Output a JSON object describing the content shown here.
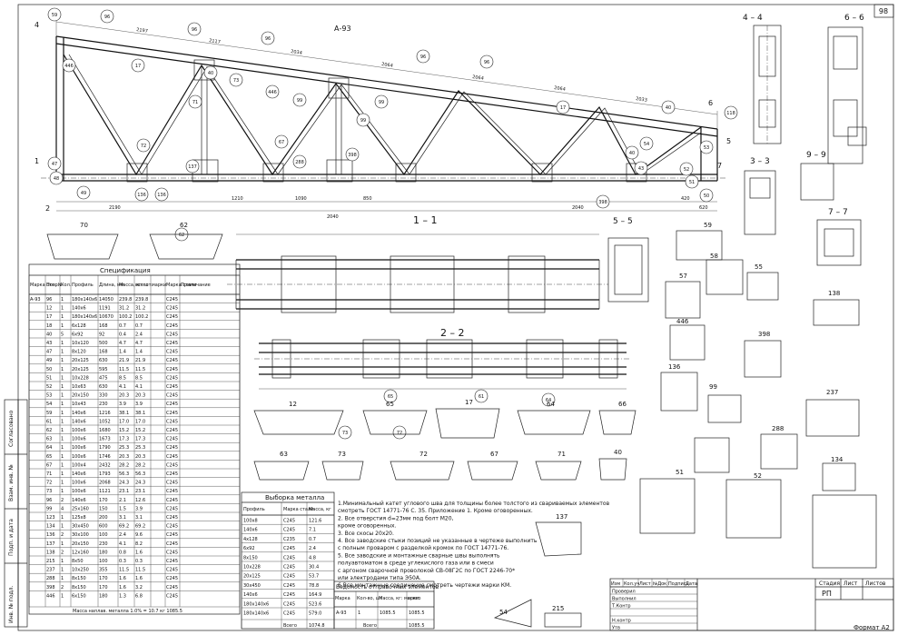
{
  "sheet": {
    "page_number": "98",
    "format_label": "Формат А2",
    "truss_mark": "А-93"
  },
  "section_titles": [
    "1 – 1",
    "2 – 2",
    "4 – 4",
    "6 – 6",
    "5 – 5",
    "3 – 3",
    "9 – 9",
    "7 – 7"
  ],
  "top_dimensions": [
    "2197",
    "2117",
    "2034",
    "2064",
    "2064",
    "2064",
    "2033"
  ],
  "bottom_dimensions": [
    "2190",
    "1210",
    "1090",
    "850",
    "2040",
    "2040",
    "420",
    "620"
  ],
  "truss_bubbles": [
    "59",
    "96",
    "96",
    "96",
    "96",
    "96",
    "446",
    "17",
    "17",
    "40",
    "40",
    "73",
    "72",
    "71",
    "99",
    "99",
    "99",
    "446",
    "67",
    "288",
    "398",
    "137",
    "136",
    "136",
    "49",
    "47",
    "48",
    "54",
    "52",
    "53",
    "51",
    "50",
    "40",
    "43",
    "118",
    "398",
    "62",
    "73",
    "65",
    "64",
    "72",
    "61"
  ],
  "detail_labels": [
    "70",
    "62",
    "59",
    "58",
    "57",
    "55",
    "138",
    "398",
    "446",
    "136",
    "99",
    "288",
    "237",
    "134",
    "51",
    "52",
    "137",
    "215",
    "54",
    "12",
    "65",
    "17",
    "64",
    "66",
    "63",
    "73",
    "72",
    "67",
    "71",
    "40"
  ],
  "spec_table": {
    "title": "Спецификация",
    "headers": [
      "Марка отпр.",
      "Поз. №",
      "Кол.",
      "Профиль",
      "Длина, мм",
      "Масса, кг: шт.",
      "всего",
      "марки",
      "Марка стали",
      "Примечание"
    ],
    "rows": [
      [
        "А-93",
        "96",
        "1",
        "180х140х6",
        "14050",
        "239.8",
        "239.8",
        "",
        "С245",
        ""
      ],
      [
        "",
        "12",
        "1",
        "140х6",
        "1191",
        "31.2",
        "31.2",
        "",
        "С245",
        ""
      ],
      [
        "",
        "17",
        "1",
        "180х140х6",
        "10670",
        "100.2",
        "100.2",
        "",
        "С245",
        ""
      ],
      [
        "",
        "18",
        "1",
        "6х128",
        "168",
        "0.7",
        "0.7",
        "",
        "С245",
        ""
      ],
      [
        "",
        "40",
        "5",
        "6х92",
        "92",
        "0.4",
        "2.4",
        "",
        "С245",
        ""
      ],
      [
        "",
        "43",
        "1",
        "10х120",
        "500",
        "4.7",
        "4.7",
        "",
        "С245",
        ""
      ],
      [
        "",
        "47",
        "1",
        "8х120",
        "168",
        "1.4",
        "1.4",
        "",
        "С245",
        ""
      ],
      [
        "",
        "49",
        "1",
        "20х125",
        "630",
        "21.9",
        "21.9",
        "",
        "С245",
        ""
      ],
      [
        "",
        "50",
        "1",
        "20х125",
        "595",
        "11.5",
        "11.5",
        "",
        "С245",
        ""
      ],
      [
        "",
        "51",
        "1",
        "10х228",
        "475",
        "8.5",
        "8.5",
        "",
        "С245",
        ""
      ],
      [
        "",
        "52",
        "1",
        "10х63",
        "630",
        "4.1",
        "4.1",
        "",
        "С245",
        ""
      ],
      [
        "",
        "53",
        "1",
        "20х150",
        "330",
        "20.3",
        "20.3",
        "",
        "С245",
        ""
      ],
      [
        "",
        "54",
        "1",
        "10х43",
        "230",
        "3.9",
        "3.9",
        "",
        "С245",
        ""
      ],
      [
        "",
        "59",
        "1",
        "140х6",
        "1216",
        "38.1",
        "38.1",
        "",
        "С245",
        ""
      ],
      [
        "",
        "61",
        "1",
        "140х6",
        "1052",
        "17.0",
        "17.0",
        "",
        "С245",
        ""
      ],
      [
        "",
        "62",
        "1",
        "100х6",
        "1680",
        "15.2",
        "15.2",
        "",
        "С245",
        ""
      ],
      [
        "",
        "63",
        "1",
        "100х6",
        "1673",
        "17.3",
        "17.3",
        "",
        "С245",
        ""
      ],
      [
        "",
        "64",
        "1",
        "100х6",
        "1790",
        "25.3",
        "25.3",
        "",
        "С245",
        ""
      ],
      [
        "",
        "65",
        "1",
        "100х6",
        "1746",
        "20.3",
        "20.3",
        "",
        "С245",
        ""
      ],
      [
        "",
        "67",
        "1",
        "100х4",
        "2432",
        "28.2",
        "28.2",
        "",
        "С245",
        ""
      ],
      [
        "",
        "71",
        "1",
        "140х6",
        "1793",
        "56.3",
        "56.3",
        "",
        "С245",
        ""
      ],
      [
        "",
        "72",
        "1",
        "100х6",
        "2068",
        "24.3",
        "24.3",
        "",
        "С245",
        ""
      ],
      [
        "",
        "73",
        "1",
        "100х6",
        "1121",
        "23.1",
        "23.1",
        "",
        "С245",
        ""
      ],
      [
        "",
        "96",
        "2",
        "140х6",
        "170",
        "2.1",
        "12.6",
        "",
        "С245",
        ""
      ],
      [
        "",
        "99",
        "4",
        "25х160",
        "150",
        "1.5",
        "3.9",
        "",
        "С245",
        ""
      ],
      [
        "",
        "123",
        "1",
        "125х8",
        "200",
        "3.1",
        "3.1",
        "",
        "С245",
        ""
      ],
      [
        "",
        "134",
        "1",
        "30х450",
        "600",
        "69.2",
        "69.2",
        "",
        "С245",
        ""
      ],
      [
        "",
        "136",
        "2",
        "30х100",
        "100",
        "2.4",
        "9.6",
        "",
        "С245",
        ""
      ],
      [
        "",
        "137",
        "1",
        "20х150",
        "230",
        "4.1",
        "8.2",
        "",
        "С245",
        ""
      ],
      [
        "",
        "138",
        "2",
        "12х160",
        "180",
        "0.8",
        "1.6",
        "",
        "С245",
        ""
      ],
      [
        "",
        "215",
        "1",
        "8х50",
        "100",
        "0.3",
        "0.3",
        "",
        "С245",
        ""
      ],
      [
        "",
        "237",
        "1",
        "10х250",
        "355",
        "11.5",
        "11.5",
        "",
        "С245",
        ""
      ],
      [
        "",
        "288",
        "1",
        "8х150",
        "170",
        "1.6",
        "1.6",
        "",
        "С245",
        ""
      ],
      [
        "",
        "398",
        "2",
        "8х150",
        "170",
        "1.6",
        "3.2",
        "",
        "С245",
        ""
      ],
      [
        "",
        "446",
        "1",
        "6х150",
        "180",
        "1.3",
        "6.8",
        "",
        "С245",
        ""
      ]
    ],
    "footer": "Масса наплав. металла 1.0% = 10.7 кг  1085.5"
  },
  "metal_table": {
    "title": "Выборка металла",
    "headers": [
      "Профиль",
      "Марка стали",
      "Масса, кг"
    ],
    "rows": [
      [
        "100х8",
        "С245",
        "121.6"
      ],
      [
        "140х6",
        "С245",
        "7.1"
      ],
      [
        "4х128",
        "С235",
        "0.7"
      ],
      [
        "6х92",
        "С245",
        "2.4"
      ],
      [
        "8х150",
        "С245",
        "4.8"
      ],
      [
        "10х228",
        "С245",
        "30.4"
      ],
      [
        "20х125",
        "С245",
        "53.7"
      ],
      [
        "30х450",
        "С245",
        "78.8"
      ],
      [
        "140х6",
        "С245",
        "164.9"
      ],
      [
        "180х140х6",
        "С245",
        "523.6"
      ],
      [
        "180х140х6",
        "С245",
        "579.0"
      ]
    ],
    "total_label": "Всего",
    "total_value": "1074.8"
  },
  "dispatch_table": {
    "title": "Ведомость отправочных элементов",
    "headers": [
      "Марка",
      "Кол-во, шт",
      "Масса, кг: марки",
      "всего"
    ],
    "rows": [
      [
        "А-93",
        "1",
        "1085.5",
        "1085.5"
      ]
    ],
    "total_label": "Всего",
    "total_value": "1085.5"
  },
  "notes": [
    "1.Минимальный катет углового шва для толщины более толстого из свариваемых элементов",
    "смотреть ГОСТ 14771-76 С. 35. Приложение 1. Кроме оговоренных.",
    "2. Все отверстия d=23мм под болт М20,",
    "кроме оговоренных.",
    "3. Все скосы 20х20.",
    "4. Все заводские стыки позиций не указанные в чертеже выполнить",
    "с полным проваром с разделкой кромок по ГОСТ 14771-76.",
    "5. Все заводские и монтажные сварные швы выполнять",
    "полуавтоматом в среде углекислого газа или в смеси",
    "с аргоном сварочной проволокой СВ-08Г2С по ГОСТ 2246-70*",
    "или электродами типа Э50А.",
    "6.Все монтажные соединение смотреть чертежи марки КМ."
  ],
  "title_block": {
    "columns": [
      "Изм",
      "Кол.уч",
      "Лист",
      "№Док",
      "Подпись",
      "Дата"
    ],
    "roles": [
      "Проверил",
      "Выполнил",
      "Т.Контр",
      "",
      "Н.контр",
      "Утв"
    ],
    "stage_label": "Стадия",
    "sheet_label": "Лист",
    "sheets_label": "Листов",
    "stage_value": "РП"
  },
  "side_stamp": [
    "Согласовано",
    "Взам. инв. №",
    "Подп. и дата",
    "Инв. № подл."
  ]
}
